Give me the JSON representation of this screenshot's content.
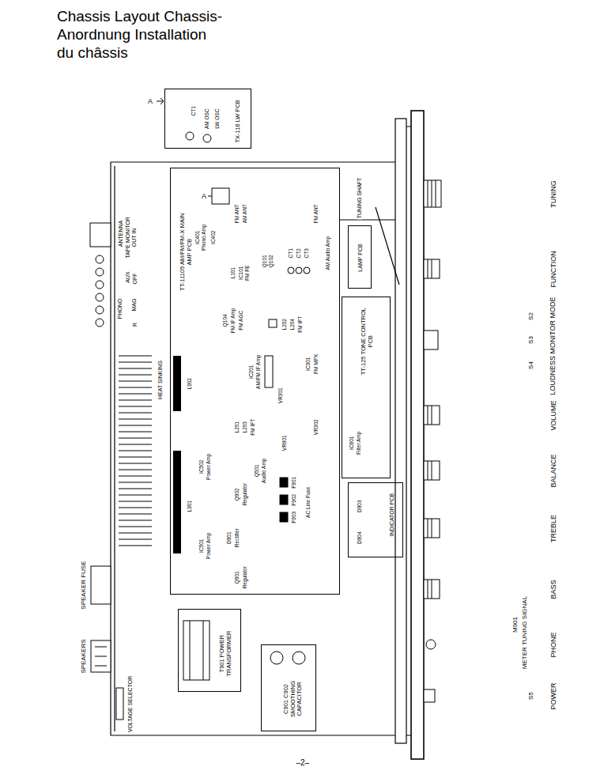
{
  "diagram": {
    "title": "Chassis Layout Chassis-Anordnung Installation du châssis",
    "nodes": [
      {
        "text": [
          "TX-116 LW PCB"
        ]
      },
      {
        "text": [
          "TT-11105 AM/FM/FM-X MAIN AMP PCB"
        ]
      },
      {
        "text": [
          "LAMP PCB"
        ]
      },
      {
        "text": [
          "TT-125 TONE CONTROL PCB"
        ]
      },
      {
        "text": [
          "INDICATOR PCB"
        ]
      },
      {
        "text": [
          "T901 POWER TRANSFORMER"
        ]
      },
      {
        "text": [
          "C901 C902 SMOOTHING CAPACITOR"
        ]
      }
    ],
    "labels": [
      "A",
      "CT1",
      "AM OSC",
      "LW OSC",
      "A",
      "ANTENNA",
      "TAPE MONITOR",
      "OUT IN",
      "AUX",
      "PHONO",
      "OFF",
      "MAG",
      "R",
      "IC401",
      "Phono Amp",
      "IC402",
      "L101",
      "IC101",
      "FM FE",
      "FM ANT",
      "AM ANT",
      "Q101",
      "Q102",
      "CT1",
      "CT2",
      "CT3",
      "FM ANT",
      "AM Audio Amp",
      "Q104",
      "FM IF Amp",
      "FM AGC",
      "IC201",
      "AM/FM IF Amp",
      "L202",
      "L204",
      "FM IFT",
      "IC301",
      "FM MPX",
      "L201",
      "L203",
      "FM IFT",
      "VR301",
      "VR302",
      "Q501",
      "Audio Amp",
      "L902",
      "IC502",
      "Power Amp",
      "L901",
      "IC501",
      "Power Amp",
      "Q902",
      "Regulator",
      "D901",
      "Rectifier",
      "Q901",
      "Regulator",
      "F901",
      "F902",
      "F903",
      "AC Line Fuse",
      "VR901",
      "TUNING SHAFT",
      "IC601",
      "Filter Amp",
      "D903",
      "D904",
      "HEAT SINKING",
      "SPEAKER FUSE",
      "SPEAKERS",
      "VOLTAGE SELECTOR",
      "TUNING",
      "FUNCTION",
      "S2",
      "S3",
      "S4",
      "LOUDNESS MONITOR MODE",
      "VOLUME",
      "BALANCE",
      "TREBLE",
      "BASS",
      "M901",
      "METER TUNING SIGNAL",
      "PHONE",
      "S5",
      "POWER",
      "–2–"
    ]
  }
}
